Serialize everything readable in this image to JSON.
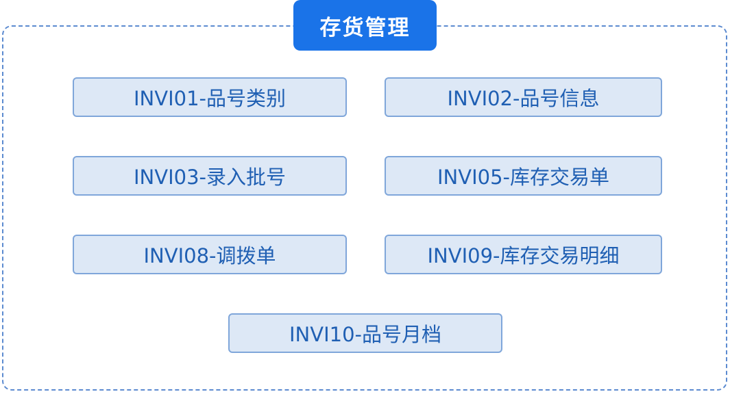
{
  "title": "存货管理",
  "modules": [
    {
      "label": "INVI01-品号类别"
    },
    {
      "label": "INVI02-品号信息"
    },
    {
      "label": "INVI03-录入批号"
    },
    {
      "label": "INVI05-库存交易单"
    },
    {
      "label": "INVI08-调拨单"
    },
    {
      "label": "INVI09-库存交易明细"
    },
    {
      "label": "INVI10-品号月档"
    }
  ],
  "colors": {
    "title_bg": "#1a73e8",
    "module_bg": "#dde8f6",
    "module_border": "#7fa6da",
    "module_text": "#1f5fb3",
    "frame_border": "#5b8ad0"
  }
}
